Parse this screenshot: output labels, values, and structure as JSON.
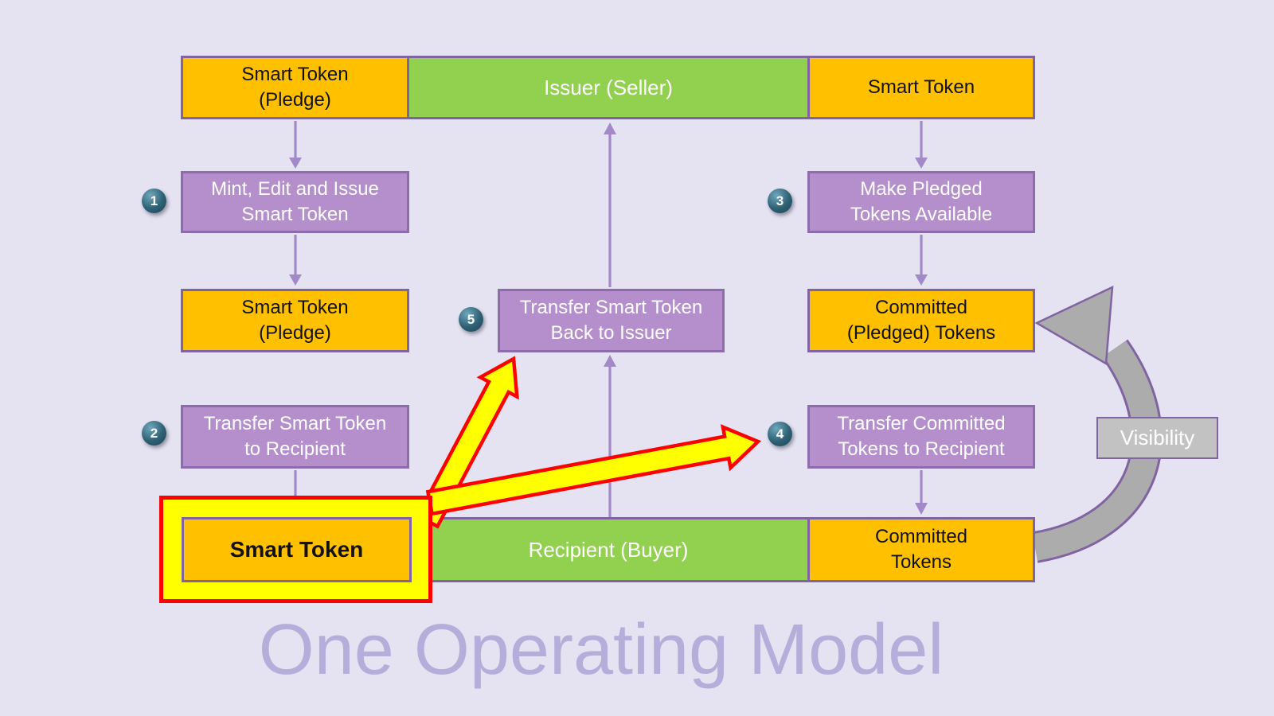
{
  "title": "One Operating Model",
  "colors": {
    "background": "#E5E3F1",
    "orange": "#FFC000",
    "green": "#92D050",
    "purple_fill": "#B48FCB",
    "purple_border": "#8E6BAC",
    "box_border": "#8064A2",
    "connector": "#A289C8",
    "badge_dark": "#1C4456",
    "badge_mid": "#2E6073",
    "badge_light": "#6FA7BC",
    "highlight_yellow": "#FFFF00",
    "highlight_red": "#FF0000",
    "gray_arrow": "#ACACAC",
    "gray_label": "#C2C2C2",
    "title_text": "#B5AEDA"
  },
  "lanes": {
    "issuer": "Issuer (Seller)",
    "recipient": "Recipient (Buyer)"
  },
  "tokens": {
    "top_left": {
      "line1": "Smart Token",
      "line2": "(Pledge)"
    },
    "top_right": "Smart Token",
    "mid_left": {
      "line1": "Smart Token",
      "line2": "(Pledge)"
    },
    "mid_right": {
      "line1": "Committed",
      "line2": "(Pledged) Tokens"
    },
    "bottom_left": "Smart Token",
    "bottom_right": {
      "line1": "Committed",
      "line2": "Tokens"
    }
  },
  "steps": [
    {
      "num": "1",
      "line1": "Mint, Edit and Issue",
      "line2": "Smart Token"
    },
    {
      "num": "2",
      "line1": "Transfer Smart Token",
      "line2": "to Recipient"
    },
    {
      "num": "3",
      "line1": "Make Pledged",
      "line2": "Tokens Available"
    },
    {
      "num": "4",
      "line1": "Transfer Committed",
      "line2": "Tokens to Recipient"
    },
    {
      "num": "5",
      "line1": "Transfer Smart Token",
      "line2": "Back to Issuer"
    }
  ],
  "annotations": {
    "visibility": "Visibility"
  }
}
